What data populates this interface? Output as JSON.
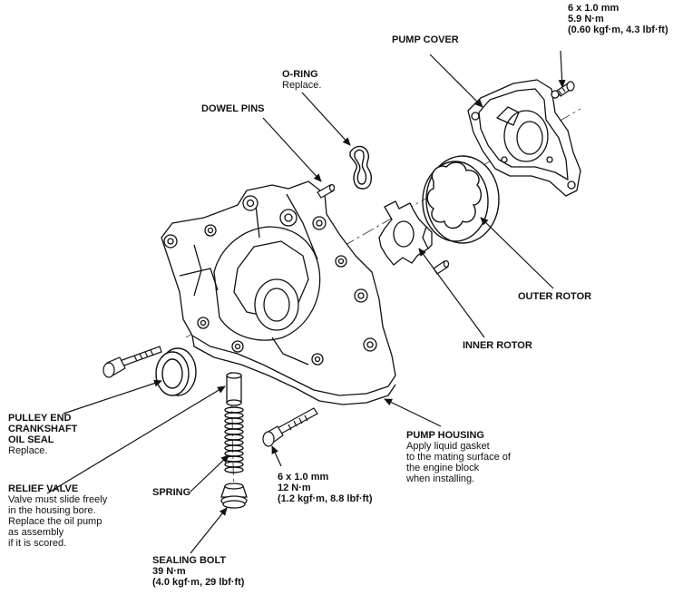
{
  "labels": {
    "pump_cover_bolt": {
      "size": "6 x 1.0 mm",
      "torque": "5.9 N·m",
      "torque_alt": "(0.60 kgf·m, 4.3 lbf·ft)"
    },
    "pump_cover": {
      "title": "PUMP COVER"
    },
    "o_ring": {
      "title": "O-RING",
      "note": "Replace."
    },
    "dowel_pins": {
      "title": "DOWEL PINS"
    },
    "outer_rotor": {
      "title": "OUTER ROTOR"
    },
    "inner_rotor": {
      "title": "INNER ROTOR"
    },
    "pulley_seal": {
      "line1": "PULLEY END",
      "line2": "CRANKSHAFT",
      "line3": "OIL SEAL",
      "note": "Replace."
    },
    "pump_housing": {
      "title": "PUMP HOUSING",
      "note1": "Apply liquid gasket",
      "note2": "to the mating surface of",
      "note3": "the engine block",
      "note4": "when installing."
    },
    "relief_valve": {
      "title": "RELIEF VALVE",
      "note1": "Valve must slide freely",
      "note2": "in the housing bore.",
      "note3": "Replace the oil pump",
      "note4": "as assembly",
      "note5": "if it is scored."
    },
    "spring": {
      "title": "SPRING"
    },
    "housing_bolt": {
      "size": "6 x 1.0 mm",
      "torque": "12 N·m",
      "torque_alt": "(1.2 kgf·m, 8.8 lbf·ft)"
    },
    "sealing_bolt": {
      "title": "SEALING BOLT",
      "torque": "39 N·m",
      "torque_alt": "(4.0 kgf·m, 29 lbf·ft)"
    }
  },
  "colors": {
    "ink": "#111111",
    "paper": "#ffffff"
  }
}
